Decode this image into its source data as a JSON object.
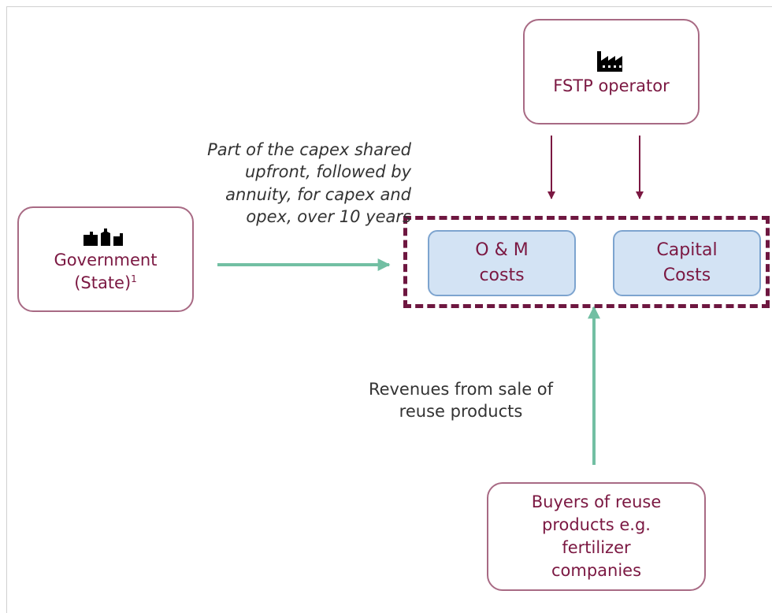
{
  "actors": {
    "government": {
      "label": "Government\n(State)",
      "superscript": "1",
      "icon": "government-building-icon"
    },
    "fstp": {
      "label": "FSTP operator",
      "icon": "factory-icon"
    },
    "buyers": {
      "label": "Buyers of reuse\nproducts e.g.\nfertilizer\ncompanies"
    }
  },
  "costs": {
    "om": "O & M\ncosts",
    "capital": "Capital\nCosts"
  },
  "flows": {
    "government": "Part of the capex shared\nupfront, followed by\nannuity, for capex and\nopex, over 10 years",
    "buyers": "Revenues from sale of\nreuse products"
  },
  "colors": {
    "actor_border": "#a86a84",
    "actor_text": "#7b1842",
    "cost_fill": "#d3e3f4",
    "cost_border": "#7da4cf",
    "dashed_group": "#6e1740",
    "green_arrow": "#72bfa3",
    "maroon_arrow": "#7b1842"
  }
}
